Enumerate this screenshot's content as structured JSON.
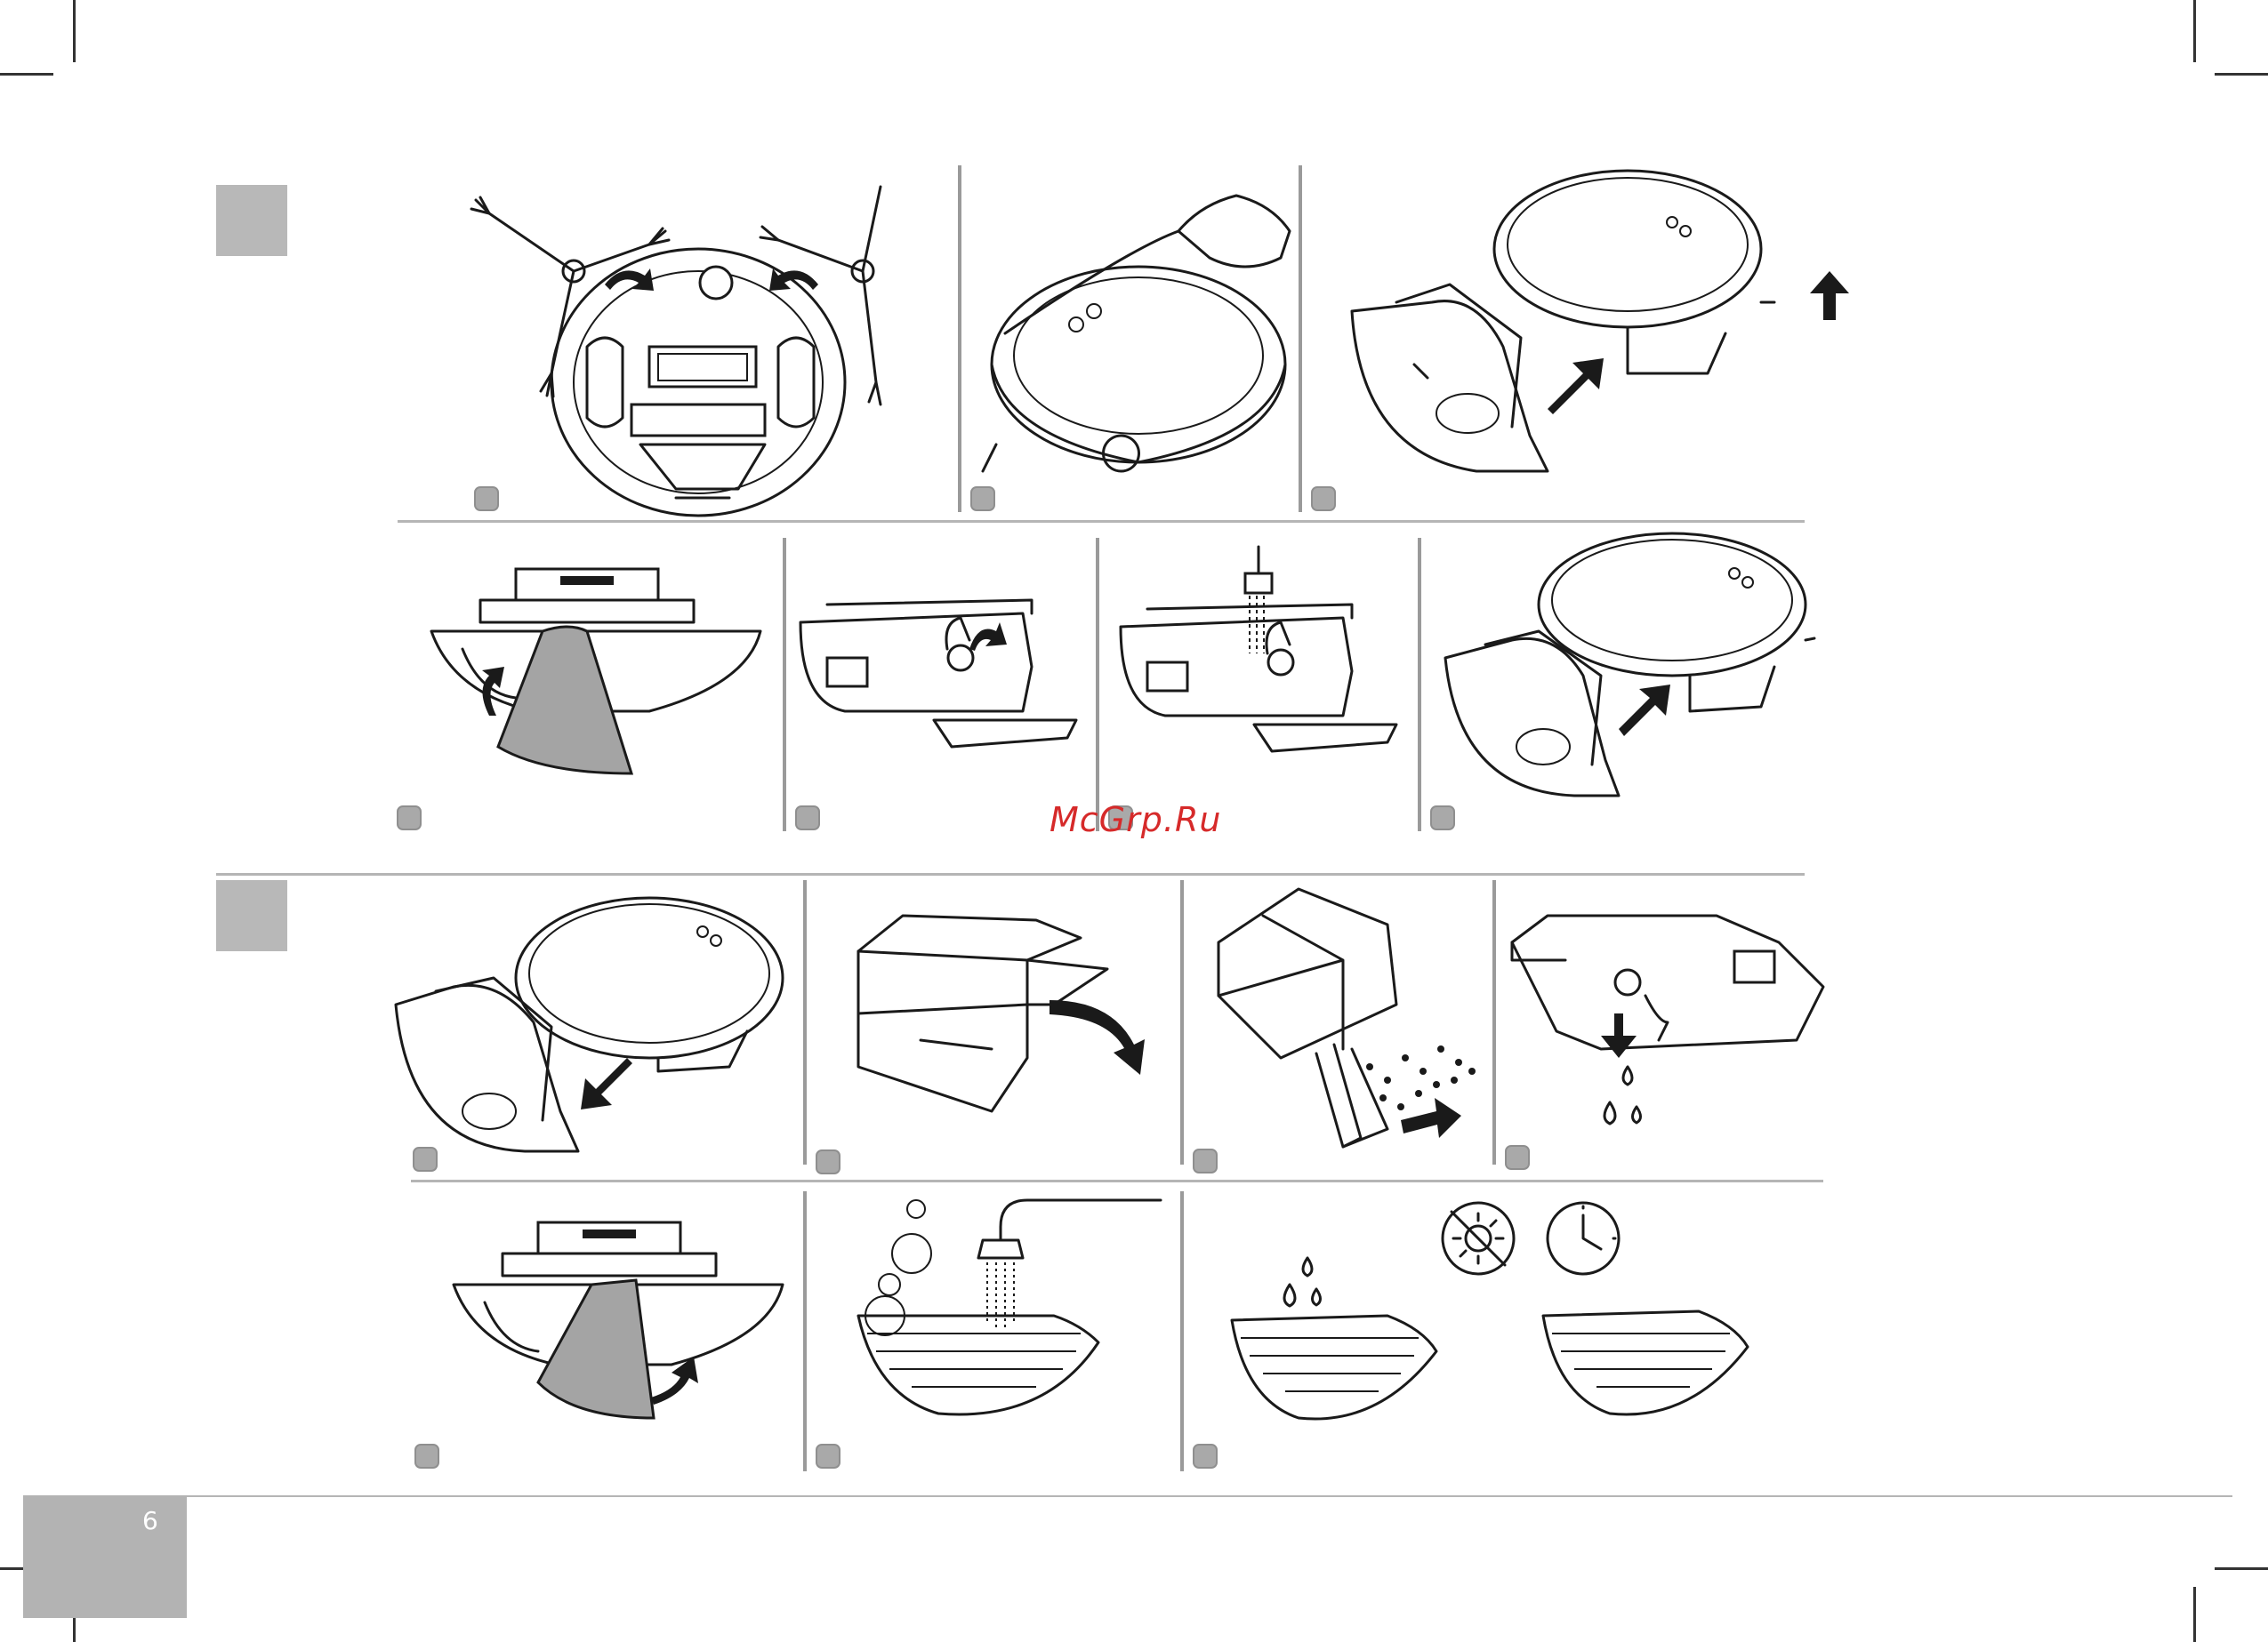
{
  "page": {
    "number": "6"
  },
  "watermark": {
    "text": "McGrp.Ru",
    "color": "#d62a2a"
  },
  "sections": [
    {
      "id": "A",
      "tab_color": "#b8b8b8",
      "steps": 7
    },
    {
      "id": "B",
      "tab_color": "#b8b8b8",
      "steps": 7
    }
  ],
  "icons": {
    "no_sun": "no-direct-sunlight-icon",
    "clock": "drying-time-clock-icon",
    "droplets": "water-drops-icon",
    "arrow": "direction-arrow-icon"
  },
  "colors": {
    "step_marker": "#a9a9a9",
    "page_box": "#b3b3b3",
    "divider": "#b5b5b5"
  }
}
